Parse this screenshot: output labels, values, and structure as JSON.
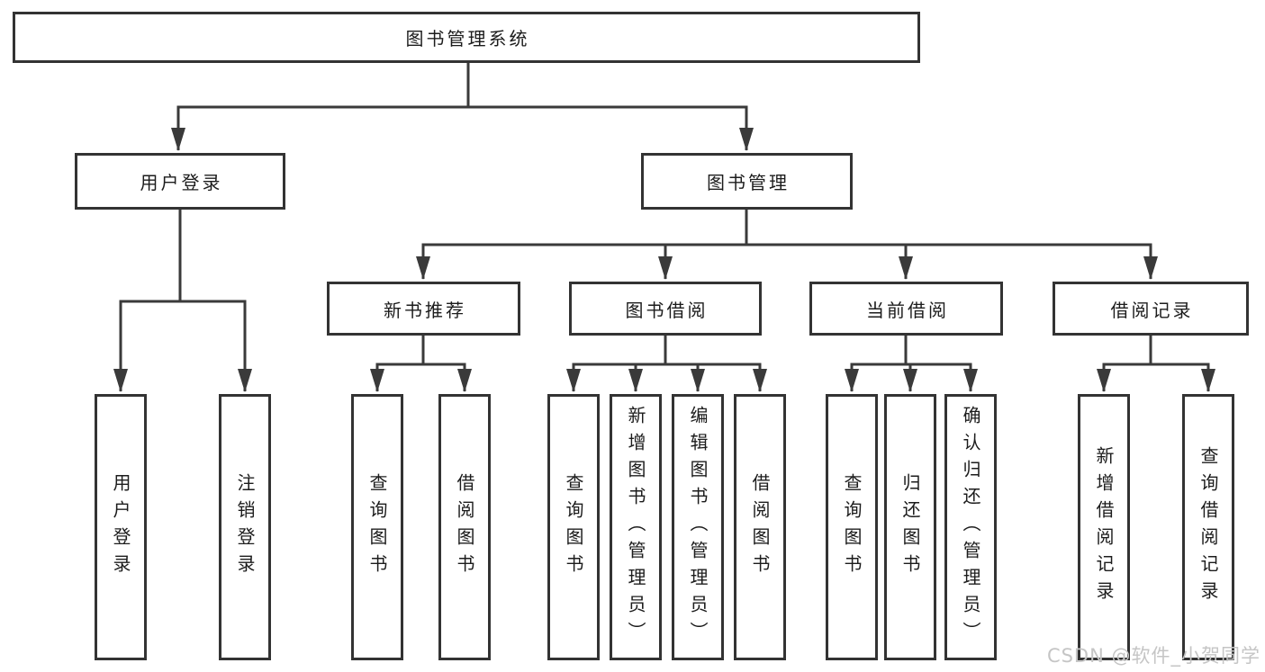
{
  "palette": {
    "background": "#ffffff",
    "line": "#3a3a3a",
    "box_border": "#333333",
    "node_text": "#1c1c1c",
    "watermark_text": "#c5c5c5"
  },
  "tree": {
    "root": {
      "label": "图书管理系统"
    },
    "children": [
      {
        "label": "用户登录",
        "children": [
          {
            "label": "用户登录"
          },
          {
            "label": "注销登录"
          }
        ]
      },
      {
        "label": "图书管理",
        "children": [
          {
            "label": "新书推荐",
            "children": [
              {
                "label": "查询图书"
              },
              {
                "label": "借阅图书"
              }
            ]
          },
          {
            "label": "图书借阅",
            "children": [
              {
                "label": "查询图书"
              },
              {
                "label": "新增图书（管理员）"
              },
              {
                "label": "编辑图书（管理员）"
              },
              {
                "label": "借阅图书"
              }
            ]
          },
          {
            "label": "当前借阅",
            "children": [
              {
                "label": "查询图书"
              },
              {
                "label": "归还图书"
              },
              {
                "label": "确认归还（管理员）"
              }
            ]
          },
          {
            "label": "借阅记录",
            "children": [
              {
                "label": "新增借阅记录"
              },
              {
                "label": "查询借阅记录"
              }
            ]
          }
        ]
      }
    ]
  },
  "watermark": {
    "text": "CSDN @软件_小贺同学"
  }
}
